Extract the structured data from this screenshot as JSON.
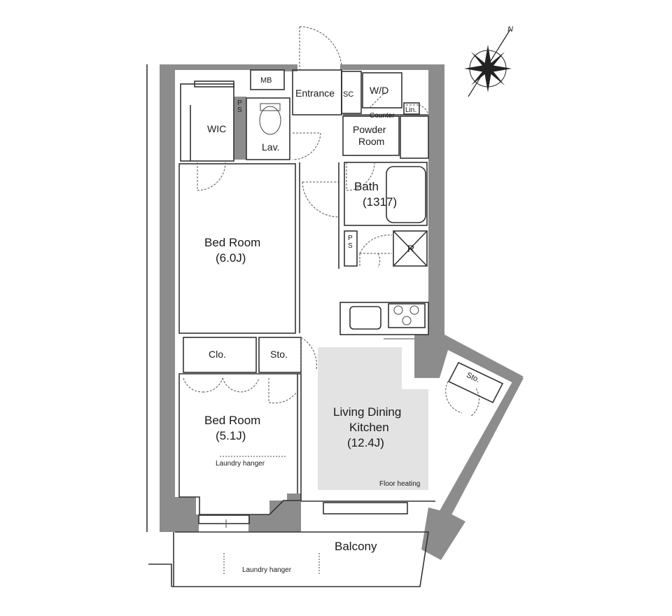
{
  "rooms": {
    "bed_room_1": {
      "name": "Bed Room",
      "size": "(6.0J)"
    },
    "bed_room_2": {
      "name": "Bed Room",
      "size": "(5.1J)"
    },
    "ldk": {
      "line1": "Living Dining",
      "line2": "Kitchen",
      "size": "(12.4J)"
    },
    "bath": {
      "name": "Bath",
      "size": "(1317)"
    },
    "powder": {
      "line1": "Powder",
      "line2": "Room"
    },
    "entrance": "Entrance",
    "wic": "WIC",
    "lav": "Lav.",
    "mb": "MB",
    "sc": "SC",
    "wd": "W/D",
    "counter": "Counter",
    "lin": "Lin.",
    "ps1": "P\nS",
    "ps1_p": "P",
    "ps1_s": "S",
    "ps2_p": "P",
    "ps2_s": "S",
    "r": "R",
    "clo": "Clo.",
    "sto1": "Sto.",
    "sto2": "Sto.",
    "balcony": "Balcony"
  },
  "annotations": {
    "floor_heating": "Floor heating",
    "laundry_hanger_room": "Laundry hanger",
    "laundry_hanger_balcony": "Laundry hanger"
  },
  "compass": {
    "north": "N"
  },
  "colors": {
    "wall": "#8c8c8c",
    "floor_heating": "#e3e3e3",
    "line": "#333333"
  }
}
